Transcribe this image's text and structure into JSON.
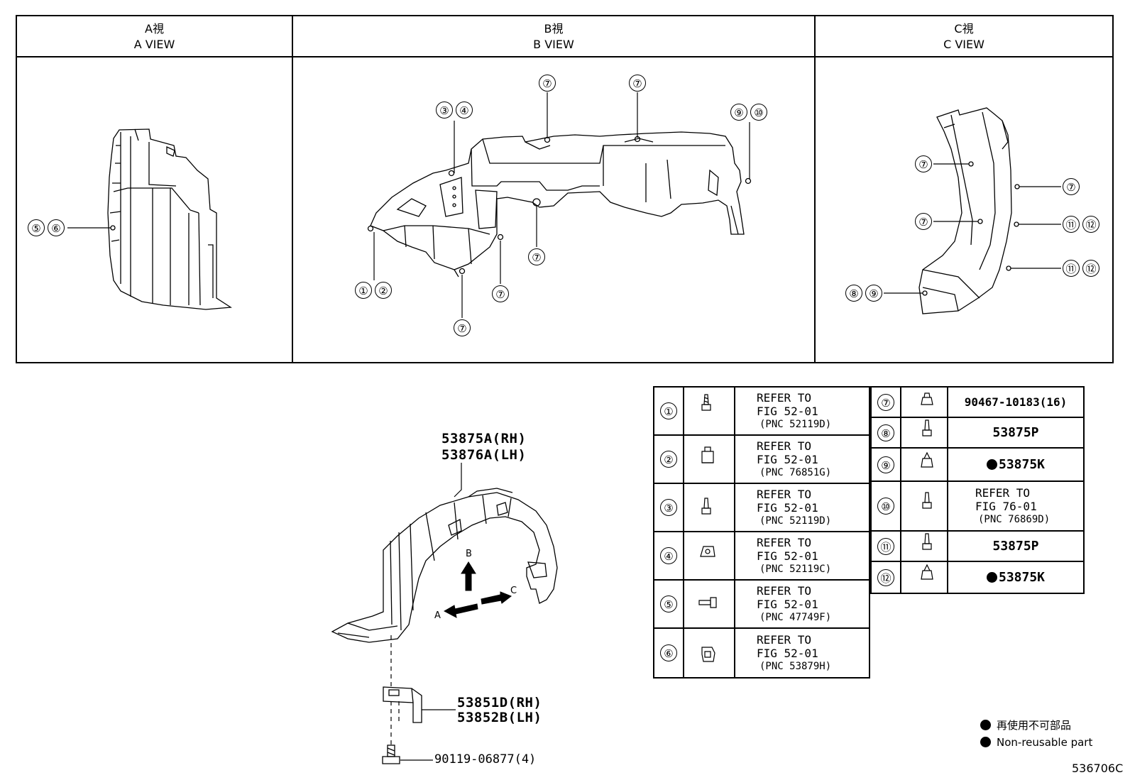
{
  "views": {
    "a": {
      "jp": "A視",
      "en": "A VIEW"
    },
    "b": {
      "jp": "B視",
      "en": "B VIEW"
    },
    "c": {
      "jp": "C視",
      "en": "C VIEW"
    }
  },
  "callouts": {
    "a_56": [
      "⑤",
      "⑥"
    ],
    "b_12": [
      "①",
      "②"
    ],
    "b_34": [
      "③",
      "④"
    ],
    "b_7": "⑦",
    "b_910": [
      "⑨",
      "⑩"
    ],
    "c_7": "⑦",
    "c_1112": [
      "⑪",
      "⑫"
    ],
    "c_89": [
      "⑧",
      "⑨"
    ]
  },
  "main_part": {
    "liner_rh": "53875A(RH)",
    "liner_lh": "53876A(LH)",
    "bracket_rh": "53851D(RH)",
    "bracket_lh": "53852B(LH)",
    "bolt": "90119-06877(4)",
    "arrow_a": "A",
    "arrow_b": "B",
    "arrow_c": "C"
  },
  "parts_left": [
    {
      "num": "①",
      "icon": "screw-icon",
      "l1": "REFER TO",
      "l2": "FIG 52-01",
      "l3": "(PNC 52119D)"
    },
    {
      "num": "②",
      "icon": "clip-icon",
      "l1": "REFER TO",
      "l2": "FIG 52-01",
      "l3": "(PNC 76851G)"
    },
    {
      "num": "③",
      "icon": "screw-icon",
      "l1": "REFER TO",
      "l2": "FIG 52-01",
      "l3": "(PNC 52119D)"
    },
    {
      "num": "④",
      "icon": "nut-icon",
      "l1": "REFER TO",
      "l2": "FIG 52-01",
      "l3": "(PNC 52119C)"
    },
    {
      "num": "⑤",
      "icon": "bolt-icon",
      "l1": "REFER TO",
      "l2": "FIG 52-01",
      "l3": "(PNC 47749F)"
    },
    {
      "num": "⑥",
      "icon": "retainer-icon",
      "l1": "REFER TO",
      "l2": "FIG 52-01",
      "l3": "(PNC 53879H)"
    }
  ],
  "parts_right": [
    {
      "num": "⑦",
      "icon": "push-clip-icon",
      "code": "90467-10183(16)"
    },
    {
      "num": "⑧",
      "icon": "screw-icon",
      "code": "53875P"
    },
    {
      "num": "⑨",
      "icon": "grommet-icon",
      "code": "53875K",
      "nonreusable": true
    },
    {
      "num": "⑩",
      "icon": "screw-icon",
      "l1": "REFER TO",
      "l2": "FIG 76-01",
      "l3": "(PNC 76869D)"
    },
    {
      "num": "⑪",
      "icon": "screw-icon",
      "code": "53875P"
    },
    {
      "num": "⑫",
      "icon": "grommet-icon",
      "code": "53875K",
      "nonreusable": true
    }
  ],
  "legend": {
    "jp": "再使用不可部品",
    "en": "Non-reusable part"
  },
  "illustration_code": "536706C"
}
